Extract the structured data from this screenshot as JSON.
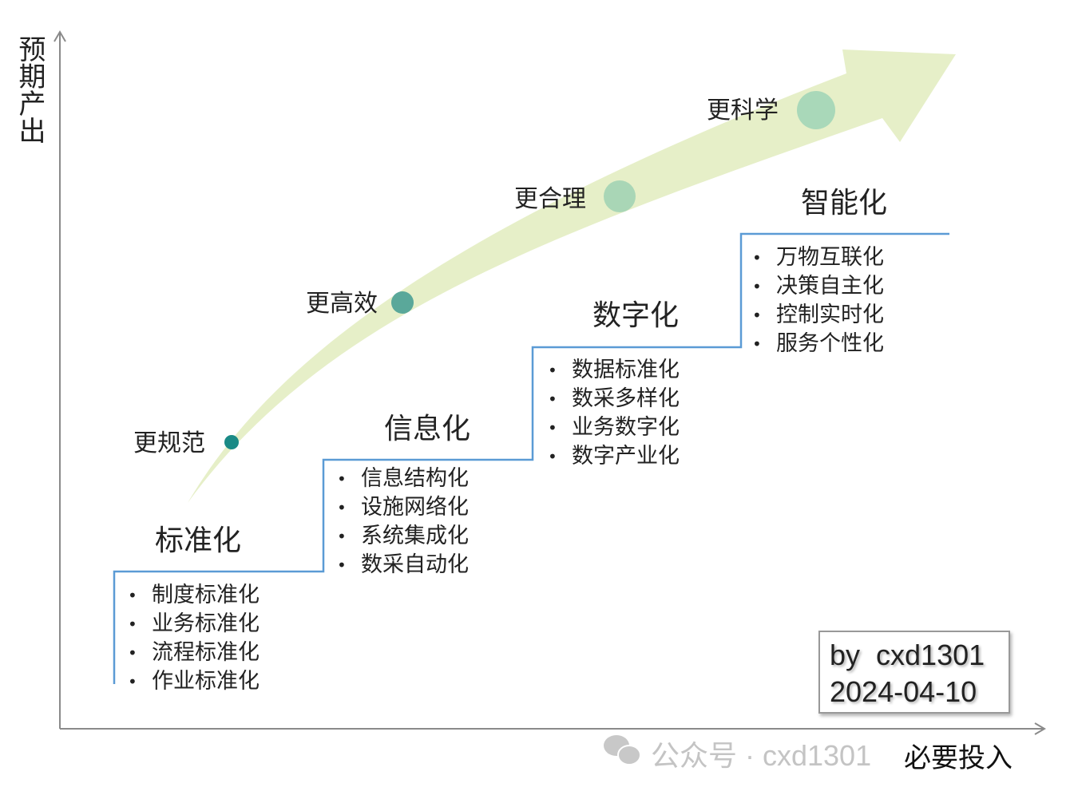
{
  "axes": {
    "y_label": "预期产出",
    "x_label": "必要投入"
  },
  "milestones": [
    {
      "label": "更规范",
      "color": "#1a8a86"
    },
    {
      "label": "更高效",
      "color": "#5aa89a"
    },
    {
      "label": "更合理",
      "color": "#a9d6b6"
    },
    {
      "label": "更科学",
      "color": "#a9d8b9"
    }
  ],
  "stages": [
    {
      "title": "标准化",
      "items": [
        "制度标准化",
        "业务标准化",
        "流程标准化",
        "作业标准化"
      ]
    },
    {
      "title": "信息化",
      "items": [
        "信息结构化",
        "设施网络化",
        "系统集成化",
        "数采自动化"
      ]
    },
    {
      "title": "数字化",
      "items": [
        "数据标准化",
        "数采多样化",
        "业务数字化",
        "数字产业化"
      ]
    },
    {
      "title": "智能化",
      "items": [
        "万物互联化",
        "决策自主化",
        "控制实时化",
        "服务个性化"
      ]
    }
  ],
  "credit": {
    "author": "by  cxd1301",
    "date": "2024-04-10"
  },
  "watermark": {
    "text": "公众号 · cxd1301"
  },
  "colors": {
    "arrow": "#e6efc8",
    "steps": "#5b9bd5",
    "axis": "#8a8a8a"
  }
}
